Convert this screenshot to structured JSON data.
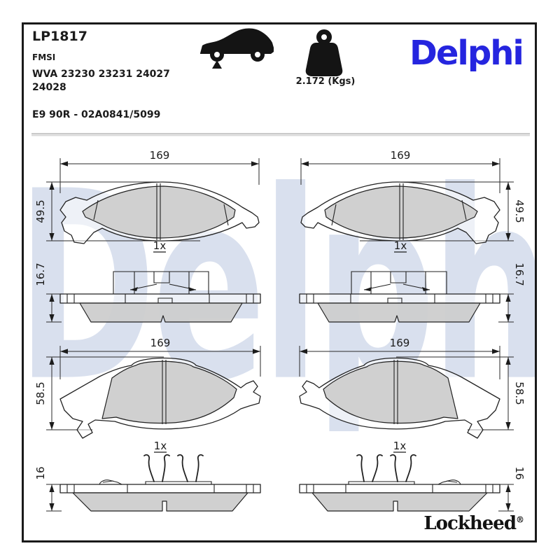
{
  "header": {
    "part_number": "LP1817",
    "standard": "FMSI",
    "wva_line1": "WVA 23230 23231 24027",
    "wva_line2": "24028",
    "approval": "E9 90R - 02A0841/5099",
    "weight": "2.172 (Kgs)",
    "brand": "Delphi"
  },
  "icons": {
    "vehicle": "car-side-silhouette-front-axle-marker",
    "mass": "weight-kettlebell"
  },
  "watermark": "Delphi",
  "drawings": [
    {
      "position": "top-left",
      "width": "169",
      "height": "49.5",
      "edge_height": "16.7",
      "qty": "1x"
    },
    {
      "position": "top-right",
      "width": "169",
      "height": "49.5",
      "edge_height": "16.7",
      "qty": "1x"
    },
    {
      "position": "bottom-left",
      "width": "169",
      "height": "58.5",
      "edge_height": "16",
      "qty": "1x"
    },
    {
      "position": "bottom-right",
      "width": "169",
      "height": "58.5",
      "edge_height": "16",
      "qty": "1x"
    }
  ],
  "footer": {
    "brand": "Lockheed",
    "registered": "®"
  },
  "colors": {
    "brand_blue": "#2525DF",
    "watermark_blue": "#d9e0ee",
    "friction_gray": "#d0d0d0",
    "line_black": "#222222"
  }
}
